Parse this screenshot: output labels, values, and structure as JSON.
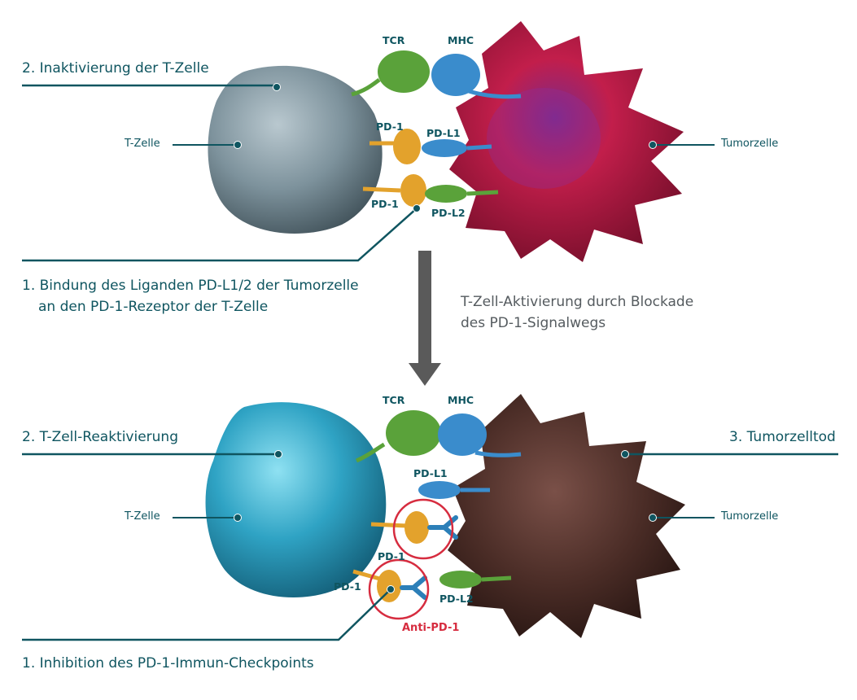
{
  "top": {
    "heading_left": "2. Inaktivierung der T-Zelle",
    "tcell_label": "T-Zelle",
    "tumor_label": "Tumorzelle",
    "tcr": "TCR",
    "mhc": "MHC",
    "pd1_a": "PD-1",
    "pdl1": "PD-L1",
    "pd1_b": "PD-1",
    "pdl2": "PD-L2",
    "step1_line1": "1. Bindung des Liganden PD-L1/2 der Tumorzelle",
    "step1_line2": "an den PD-1-Rezeptor der T-Zelle"
  },
  "transition": {
    "line1": "T-Zell-Aktivierung durch Blockade",
    "line2": "des PD-1-Signalwegs"
  },
  "bottom": {
    "heading_left": "2. T-Zell-Reaktivierung",
    "heading_right": "3. Tumorzelltod",
    "tcell_label": "T-Zelle",
    "tumor_label": "Tumorzelle",
    "tcr": "TCR",
    "mhc": "MHC",
    "pdl1": "PD-L1",
    "pd1_a": "PD-1",
    "pd1_b": "PD-1",
    "pdl2": "PD-L2",
    "anti_pd1": "Anti-PD-1",
    "step1": "1. Inhibition des PD-1-Immun-Checkpoints"
  },
  "colors": {
    "teal": "#0f5560",
    "tcell_grey": "#7d929c",
    "tcell_blue": "#2fa3c4",
    "tumor_red": "#b8163f",
    "tumor_brown": "#4a2c26",
    "tcr_green": "#5aa23a",
    "mhc_blue": "#3a8ccc",
    "pd1_orange": "#e3a22c",
    "anti_red": "#d62c3f",
    "arrow_grey": "#5a5a5a"
  }
}
